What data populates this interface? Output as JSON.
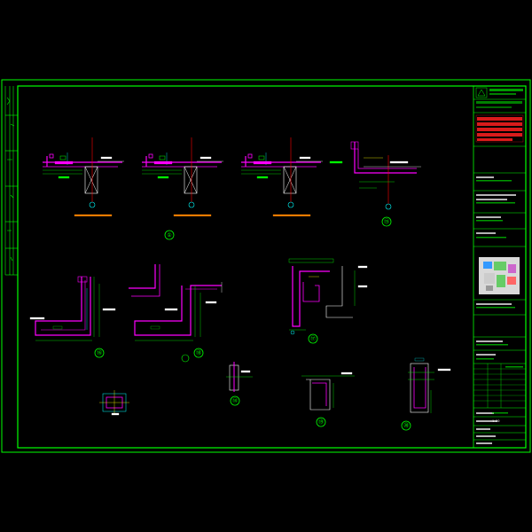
{
  "drawing": {
    "colors": {
      "background": "#000000",
      "frame": "#00ff00",
      "wall": "#ff00ff",
      "dimension": "#00ff00",
      "axis": "#ff0000",
      "section_cut": "#ffffff",
      "label_orange": "#ff8000",
      "title_red": "#ff2020",
      "cyan": "#00ffff",
      "yellow": "#ffff00"
    },
    "details": [
      {
        "id": "d1",
        "callout": "①"
      },
      {
        "id": "d2",
        "callout": "⑮"
      },
      {
        "id": "d3",
        "callout": "⑯"
      },
      {
        "id": "d4",
        "callout": "⑱"
      },
      {
        "id": "d5",
        "callout": "⑰"
      },
      {
        "id": "d6",
        "callout": "⑭"
      },
      {
        "id": "d7",
        "callout": "⑲"
      },
      {
        "id": "d8",
        "callout": "⑳"
      }
    ],
    "title_block": {
      "scale_value": "1:20"
    }
  }
}
